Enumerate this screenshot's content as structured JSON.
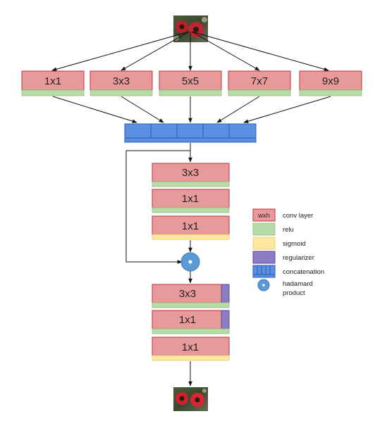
{
  "branches": [
    "1x1",
    "3x3",
    "5x5",
    "7x7",
    "9x9"
  ],
  "stack1": [
    "3x3",
    "1x1",
    "1x1"
  ],
  "stack2": [
    "3x3",
    "1x1",
    "1x1"
  ],
  "legend": {
    "conv_box_text": "wxh",
    "conv": "conv layer",
    "relu": "relu",
    "sigmoid": "sigmoid",
    "regularizer": "regularizer",
    "concatenation": "concatenation",
    "hadamard_line1": "hadamard",
    "hadamard_line2": "product"
  },
  "colors": {
    "conv": "#e89a9a",
    "relu": "#b8dca8",
    "sigmoid": "#fde8a0",
    "regularizer": "#8e7cc3",
    "concatenation": "#5b8fe0",
    "hadamard": "#5b9bd5"
  }
}
